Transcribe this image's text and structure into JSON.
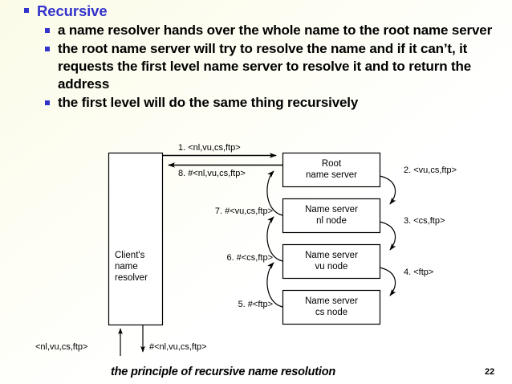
{
  "slide": {
    "page_number": "22",
    "caption": "the principle of recursive name resolution"
  },
  "bullets": {
    "level1": "Recursive",
    "level2": [
      "a name resolver hands over the whole name to the root name server",
      "the root name server will try to resolve the name and if it can’t, it requests the first level name server to resolve it and to return the address",
      "the first level will do the same thing recursively"
    ]
  },
  "diagram": {
    "client_box": {
      "line1": "Client's",
      "line2": "name",
      "line3": "resolver"
    },
    "servers": [
      {
        "line1": "Root",
        "line2": "name server"
      },
      {
        "line1": "Name server",
        "line2": "nl node"
      },
      {
        "line1": "Name server",
        "line2": "vu node"
      },
      {
        "line1": "Name server",
        "line2": "cs node"
      }
    ],
    "messages": {
      "m1": "1. <nl,vu,cs,ftp>",
      "m8": "8. #<nl,vu,cs,ftp>",
      "m7": "7. #<vu,cs,ftp>",
      "m6": "6. #<cs,ftp>",
      "m5": "5. #<ftp>",
      "m2": "2. <vu,cs,ftp>",
      "m3": "3. <cs,ftp>",
      "m4": "4. <ftp>"
    },
    "external": {
      "query_in": "<nl,vu,cs,ftp>",
      "answer_out": "#<nl,vu,cs,ftp>"
    },
    "colors": {
      "accent": "#3333cc",
      "stroke": "#000000",
      "box_fill": "#ffffff"
    }
  }
}
